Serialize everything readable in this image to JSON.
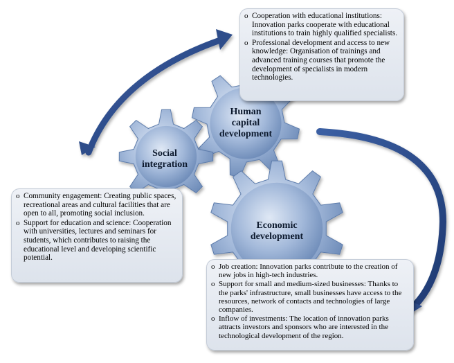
{
  "gears": {
    "human": {
      "label_lines": [
        "Human",
        "capital",
        "development"
      ]
    },
    "social": {
      "label_lines": [
        "Social",
        "integration"
      ]
    },
    "economic": {
      "label_lines": [
        "Economic",
        "development"
      ]
    }
  },
  "boxes": {
    "human": {
      "items": [
        "Cooperation with educational institutions: Innovation parks cooperate with educational institutions to train highly qualified specialists.",
        "Professional development and access to new knowledge: Organisation of trainings and advanced training courses that promote the development of specialists in modern technologies."
      ]
    },
    "social": {
      "items": [
        "Community engagement: Creating public spaces, recreational areas and cultural facilities that are open to all, promoting social inclusion.",
        "Support for education and science: Cooperation with universities, lectures and seminars for students, which contributes to raising the educational level and developing scientific potential."
      ]
    },
    "economic": {
      "items": [
        "Job creation: Innovation parks contribute to the creation of new jobs in high-tech industries.",
        "Support for small and medium-sized businesses: Thanks to the parks' infrastructure, small businesses have access to the resources, network of contacts and technologies of large companies.",
        "Inflow of investments: The location of innovation parks attracts investors and sponsors who are interested in the technological development of the region."
      ]
    }
  },
  "colors": {
    "gear_light": "#c9d8ec",
    "gear_mid": "#8fa9cf",
    "gear_dark": "#5d7cab",
    "arrow": "#2e4d8a",
    "arrow_dark": "#1c3466"
  }
}
